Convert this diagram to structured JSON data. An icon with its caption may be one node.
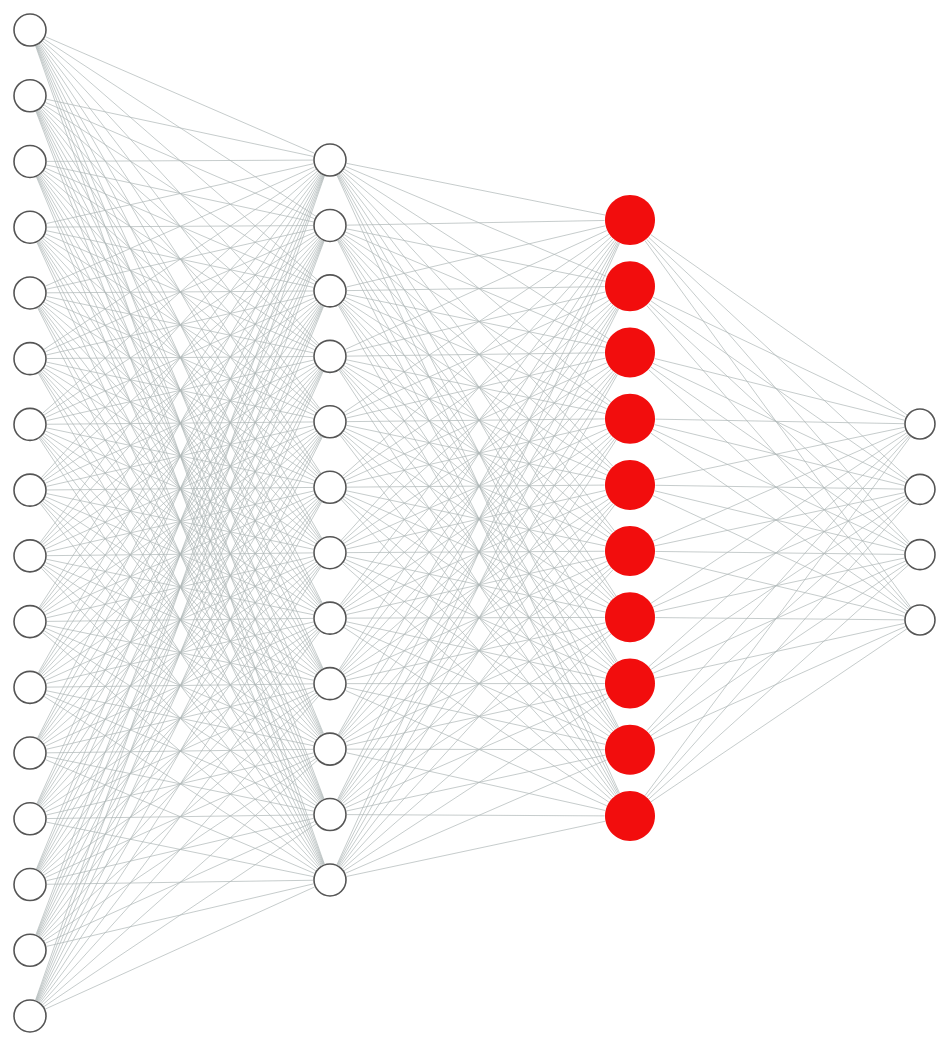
{
  "diagram": {
    "nodes": [
      {
        "text": [],
        "shape": "circle"
      },
      {
        "text": [],
        "shape": "circle"
      },
      {
        "text": [],
        "shape": "circle"
      },
      {
        "text": [],
        "shape": "circle"
      },
      {
        "text": [],
        "shape": "circle"
      },
      {
        "text": [],
        "shape": "circle"
      },
      {
        "text": [],
        "shape": "circle"
      },
      {
        "text": [],
        "shape": "circle"
      },
      {
        "text": [],
        "shape": "circle"
      },
      {
        "text": [],
        "shape": "circle"
      },
      {
        "text": [],
        "shape": "circle"
      },
      {
        "text": [],
        "shape": "circle"
      },
      {
        "text": [],
        "shape": "circle"
      },
      {
        "text": [],
        "shape": "circle"
      },
      {
        "text": [],
        "shape": "circle"
      },
      {
        "text": [],
        "shape": "circle"
      },
      {
        "text": [],
        "shape": "circle"
      },
      {
        "text": [],
        "shape": "circle"
      },
      {
        "text": [],
        "shape": "circle"
      },
      {
        "text": [],
        "shape": "circle"
      },
      {
        "text": [],
        "shape": "circle"
      },
      {
        "text": [],
        "shape": "circle"
      },
      {
        "text": [],
        "shape": "circle"
      },
      {
        "text": [],
        "shape": "circle"
      },
      {
        "text": [],
        "shape": "circle"
      },
      {
        "text": [],
        "shape": "circle"
      },
      {
        "text": [],
        "shape": "circle"
      },
      {
        "text": [],
        "shape": "circle"
      },
      {
        "text": [],
        "shape": "circle"
      },
      {
        "text": [],
        "shape": "circle"
      },
      {
        "text": [],
        "shape": "circle"
      },
      {
        "text": [],
        "shape": "circle"
      },
      {
        "text": [],
        "shape": "circle"
      },
      {
        "text": [],
        "shape": "circle"
      },
      {
        "text": [],
        "shape": "circle"
      },
      {
        "text": [],
        "shape": "circle"
      },
      {
        "text": [],
        "shape": "circle"
      },
      {
        "text": [],
        "shape": "circle"
      },
      {
        "text": [],
        "shape": "circle"
      },
      {
        "text": [],
        "shape": "circle"
      },
      {
        "text": [],
        "shape": "circle"
      },
      {
        "text": [],
        "shape": "circle"
      }
    ],
    "edges": [
      {
        "from": 0,
        "to": 16,
        "arrow": "none"
      },
      {
        "from": 0,
        "to": 17,
        "arrow": "none"
      },
      {
        "from": 0,
        "to": 18,
        "arrow": "none"
      },
      {
        "from": 0,
        "to": 19,
        "arrow": "none"
      },
      {
        "from": 0,
        "to": 20,
        "arrow": "none"
      },
      {
        "from": 0,
        "to": 21,
        "arrow": "none"
      },
      {
        "from": 0,
        "to": 22,
        "arrow": "none"
      },
      {
        "from": 0,
        "to": 23,
        "arrow": "none"
      },
      {
        "from": 0,
        "to": 24,
        "arrow": "none"
      },
      {
        "from": 0,
        "to": 25,
        "arrow": "none"
      },
      {
        "from": 0,
        "to": 26,
        "arrow": "none"
      },
      {
        "from": 0,
        "to": 27,
        "arrow": "none"
      },
      {
        "from": 1,
        "to": 16,
        "arrow": "none"
      },
      {
        "from": 1,
        "to": 17,
        "arrow": "none"
      },
      {
        "from": 1,
        "to": 18,
        "arrow": "none"
      },
      {
        "from": 1,
        "to": 19,
        "arrow": "none"
      },
      {
        "from": 1,
        "to": 20,
        "arrow": "none"
      },
      {
        "from": 1,
        "to": 21,
        "arrow": "none"
      },
      {
        "from": 1,
        "to": 22,
        "arrow": "none"
      },
      {
        "from": 1,
        "to": 23,
        "arrow": "none"
      },
      {
        "from": 1,
        "to": 24,
        "arrow": "none"
      },
      {
        "from": 1,
        "to": 25,
        "arrow": "none"
      },
      {
        "from": 1,
        "to": 26,
        "arrow": "none"
      },
      {
        "from": 1,
        "to": 27,
        "arrow": "none"
      },
      {
        "from": 2,
        "to": 16,
        "arrow": "none"
      },
      {
        "from": 2,
        "to": 17,
        "arrow": "none"
      },
      {
        "from": 2,
        "to": 18,
        "arrow": "none"
      },
      {
        "from": 2,
        "to": 19,
        "arrow": "none"
      },
      {
        "from": 2,
        "to": 20,
        "arrow": "none"
      },
      {
        "from": 2,
        "to": 21,
        "arrow": "none"
      },
      {
        "from": 2,
        "to": 22,
        "arrow": "none"
      },
      {
        "from": 2,
        "to": 23,
        "arrow": "none"
      },
      {
        "from": 2,
        "to": 24,
        "arrow": "none"
      },
      {
        "from": 2,
        "to": 25,
        "arrow": "none"
      },
      {
        "from": 2,
        "to": 26,
        "arrow": "none"
      },
      {
        "from": 2,
        "to": 27,
        "arrow": "none"
      },
      {
        "from": 3,
        "to": 16,
        "arrow": "none"
      },
      {
        "from": 3,
        "to": 17,
        "arrow": "none"
      },
      {
        "from": 3,
        "to": 18,
        "arrow": "none"
      },
      {
        "from": 3,
        "to": 19,
        "arrow": "none"
      },
      {
        "from": 3,
        "to": 20,
        "arrow": "none"
      },
      {
        "from": 3,
        "to": 21,
        "arrow": "none"
      },
      {
        "from": 3,
        "to": 22,
        "arrow": "none"
      },
      {
        "from": 3,
        "to": 23,
        "arrow": "none"
      },
      {
        "from": 3,
        "to": 24,
        "arrow": "none"
      },
      {
        "from": 3,
        "to": 25,
        "arrow": "none"
      },
      {
        "from": 3,
        "to": 26,
        "arrow": "none"
      },
      {
        "from": 3,
        "to": 27,
        "arrow": "none"
      },
      {
        "from": 4,
        "to": 16,
        "arrow": "none"
      },
      {
        "from": 4,
        "to": 17,
        "arrow": "none"
      },
      {
        "from": 4,
        "to": 18,
        "arrow": "none"
      },
      {
        "from": 4,
        "to": 19,
        "arrow": "none"
      },
      {
        "from": 4,
        "to": 20,
        "arrow": "none"
      },
      {
        "from": 4,
        "to": 21,
        "arrow": "none"
      },
      {
        "from": 4,
        "to": 22,
        "arrow": "none"
      },
      {
        "from": 4,
        "to": 23,
        "arrow": "none"
      },
      {
        "from": 4,
        "to": 24,
        "arrow": "none"
      },
      {
        "from": 4,
        "to": 25,
        "arrow": "none"
      },
      {
        "from": 4,
        "to": 26,
        "arrow": "none"
      },
      {
        "from": 4,
        "to": 27,
        "arrow": "none"
      },
      {
        "from": 5,
        "to": 16,
        "arrow": "none"
      },
      {
        "from": 5,
        "to": 17,
        "arrow": "none"
      },
      {
        "from": 5,
        "to": 18,
        "arrow": "none"
      },
      {
        "from": 5,
        "to": 19,
        "arrow": "none"
      },
      {
        "from": 5,
        "to": 20,
        "arrow": "none"
      },
      {
        "from": 5,
        "to": 21,
        "arrow": "none"
      },
      {
        "from": 5,
        "to": 22,
        "arrow": "none"
      },
      {
        "from": 5,
        "to": 23,
        "arrow": "none"
      },
      {
        "from": 5,
        "to": 24,
        "arrow": "none"
      },
      {
        "from": 5,
        "to": 25,
        "arrow": "none"
      },
      {
        "from": 5,
        "to": 26,
        "arrow": "none"
      },
      {
        "from": 5,
        "to": 27,
        "arrow": "none"
      },
      {
        "from": 6,
        "to": 16,
        "arrow": "none"
      },
      {
        "from": 6,
        "to": 17,
        "arrow": "none"
      },
      {
        "from": 6,
        "to": 18,
        "arrow": "none"
      },
      {
        "from": 6,
        "to": 19,
        "arrow": "none"
      },
      {
        "from": 6,
        "to": 20,
        "arrow": "none"
      },
      {
        "from": 6,
        "to": 21,
        "arrow": "none"
      },
      {
        "from": 6,
        "to": 22,
        "arrow": "none"
      },
      {
        "from": 6,
        "to": 23,
        "arrow": "none"
      },
      {
        "from": 6,
        "to": 24,
        "arrow": "none"
      },
      {
        "from": 6,
        "to": 25,
        "arrow": "none"
      },
      {
        "from": 6,
        "to": 26,
        "arrow": "none"
      },
      {
        "from": 6,
        "to": 27,
        "arrow": "none"
      },
      {
        "from": 7,
        "to": 16,
        "arrow": "none"
      },
      {
        "from": 7,
        "to": 17,
        "arrow": "none"
      },
      {
        "from": 7,
        "to": 18,
        "arrow": "none"
      },
      {
        "from": 7,
        "to": 19,
        "arrow": "none"
      },
      {
        "from": 7,
        "to": 20,
        "arrow": "none"
      },
      {
        "from": 7,
        "to": 21,
        "arrow": "none"
      },
      {
        "from": 7,
        "to": 22,
        "arrow": "none"
      },
      {
        "from": 7,
        "to": 23,
        "arrow": "none"
      },
      {
        "from": 7,
        "to": 24,
        "arrow": "none"
      },
      {
        "from": 7,
        "to": 25,
        "arrow": "none"
      },
      {
        "from": 7,
        "to": 26,
        "arrow": "none"
      },
      {
        "from": 7,
        "to": 27,
        "arrow": "none"
      },
      {
        "from": 8,
        "to": 16,
        "arrow": "none"
      },
      {
        "from": 8,
        "to": 17,
        "arrow": "none"
      },
      {
        "from": 8,
        "to": 18,
        "arrow": "none"
      },
      {
        "from": 8,
        "to": 19,
        "arrow": "none"
      },
      {
        "from": 8,
        "to": 20,
        "arrow": "none"
      },
      {
        "from": 8,
        "to": 21,
        "arrow": "none"
      },
      {
        "from": 8,
        "to": 22,
        "arrow": "none"
      },
      {
        "from": 8,
        "to": 23,
        "arrow": "none"
      },
      {
        "from": 8,
        "to": 24,
        "arrow": "none"
      },
      {
        "from": 8,
        "to": 25,
        "arrow": "none"
      },
      {
        "from": 8,
        "to": 26,
        "arrow": "none"
      },
      {
        "from": 8,
        "to": 27,
        "arrow": "none"
      },
      {
        "from": 9,
        "to": 16,
        "arrow": "none"
      },
      {
        "from": 9,
        "to": 17,
        "arrow": "none"
      },
      {
        "from": 9,
        "to": 18,
        "arrow": "none"
      },
      {
        "from": 9,
        "to": 19,
        "arrow": "none"
      },
      {
        "from": 9,
        "to": 20,
        "arrow": "none"
      },
      {
        "from": 9,
        "to": 21,
        "arrow": "none"
      },
      {
        "from": 9,
        "to": 22,
        "arrow": "none"
      },
      {
        "from": 9,
        "to": 23,
        "arrow": "none"
      },
      {
        "from": 9,
        "to": 24,
        "arrow": "none"
      },
      {
        "from": 9,
        "to": 25,
        "arrow": "none"
      },
      {
        "from": 9,
        "to": 26,
        "arrow": "none"
      },
      {
        "from": 9,
        "to": 27,
        "arrow": "none"
      },
      {
        "from": 10,
        "to": 16,
        "arrow": "none"
      },
      {
        "from": 10,
        "to": 17,
        "arrow": "none"
      },
      {
        "from": 10,
        "to": 18,
        "arrow": "none"
      },
      {
        "from": 10,
        "to": 19,
        "arrow": "none"
      },
      {
        "from": 10,
        "to": 20,
        "arrow": "none"
      },
      {
        "from": 10,
        "to": 21,
        "arrow": "none"
      },
      {
        "from": 10,
        "to": 22,
        "arrow": "none"
      },
      {
        "from": 10,
        "to": 23,
        "arrow": "none"
      },
      {
        "from": 10,
        "to": 24,
        "arrow": "none"
      },
      {
        "from": 10,
        "to": 25,
        "arrow": "none"
      },
      {
        "from": 10,
        "to": 26,
        "arrow": "none"
      },
      {
        "from": 10,
        "to": 27,
        "arrow": "none"
      },
      {
        "from": 11,
        "to": 16,
        "arrow": "none"
      },
      {
        "from": 11,
        "to": 17,
        "arrow": "none"
      },
      {
        "from": 11,
        "to": 18,
        "arrow": "none"
      },
      {
        "from": 11,
        "to": 19,
        "arrow": "none"
      },
      {
        "from": 11,
        "to": 20,
        "arrow": "none"
      },
      {
        "from": 11,
        "to": 21,
        "arrow": "none"
      },
      {
        "from": 11,
        "to": 22,
        "arrow": "none"
      },
      {
        "from": 11,
        "to": 23,
        "arrow": "none"
      },
      {
        "from": 11,
        "to": 24,
        "arrow": "none"
      },
      {
        "from": 11,
        "to": 25,
        "arrow": "none"
      },
      {
        "from": 11,
        "to": 26,
        "arrow": "none"
      },
      {
        "from": 11,
        "to": 27,
        "arrow": "none"
      },
      {
        "from": 12,
        "to": 16,
        "arrow": "none"
      },
      {
        "from": 12,
        "to": 17,
        "arrow": "none"
      },
      {
        "from": 12,
        "to": 18,
        "arrow": "none"
      },
      {
        "from": 12,
        "to": 19,
        "arrow": "none"
      },
      {
        "from": 12,
        "to": 20,
        "arrow": "none"
      },
      {
        "from": 12,
        "to": 21,
        "arrow": "none"
      },
      {
        "from": 12,
        "to": 22,
        "arrow": "none"
      },
      {
        "from": 12,
        "to": 23,
        "arrow": "none"
      },
      {
        "from": 12,
        "to": 24,
        "arrow": "none"
      },
      {
        "from": 12,
        "to": 25,
        "arrow": "none"
      },
      {
        "from": 12,
        "to": 26,
        "arrow": "none"
      },
      {
        "from": 12,
        "to": 27,
        "arrow": "none"
      },
      {
        "from": 13,
        "to": 16,
        "arrow": "none"
      },
      {
        "from": 13,
        "to": 17,
        "arrow": "none"
      },
      {
        "from": 13,
        "to": 18,
        "arrow": "none"
      },
      {
        "from": 13,
        "to": 19,
        "arrow": "none"
      },
      {
        "from": 13,
        "to": 20,
        "arrow": "none"
      },
      {
        "from": 13,
        "to": 21,
        "arrow": "none"
      },
      {
        "from": 13,
        "to": 22,
        "arrow": "none"
      },
      {
        "from": 13,
        "to": 23,
        "arrow": "none"
      },
      {
        "from": 13,
        "to": 24,
        "arrow": "none"
      },
      {
        "from": 13,
        "to": 25,
        "arrow": "none"
      },
      {
        "from": 13,
        "to": 26,
        "arrow": "none"
      },
      {
        "from": 13,
        "to": 27,
        "arrow": "none"
      },
      {
        "from": 14,
        "to": 16,
        "arrow": "none"
      },
      {
        "from": 14,
        "to": 17,
        "arrow": "none"
      },
      {
        "from": 14,
        "to": 18,
        "arrow": "none"
      },
      {
        "from": 14,
        "to": 19,
        "arrow": "none"
      },
      {
        "from": 14,
        "to": 20,
        "arrow": "none"
      },
      {
        "from": 14,
        "to": 21,
        "arrow": "none"
      },
      {
        "from": 14,
        "to": 22,
        "arrow": "none"
      },
      {
        "from": 14,
        "to": 23,
        "arrow": "none"
      },
      {
        "from": 14,
        "to": 24,
        "arrow": "none"
      },
      {
        "from": 14,
        "to": 25,
        "arrow": "none"
      },
      {
        "from": 14,
        "to": 26,
        "arrow": "none"
      },
      {
        "from": 14,
        "to": 27,
        "arrow": "none"
      },
      {
        "from": 15,
        "to": 16,
        "arrow": "none"
      },
      {
        "from": 15,
        "to": 17,
        "arrow": "none"
      },
      {
        "from": 15,
        "to": 18,
        "arrow": "none"
      },
      {
        "from": 15,
        "to": 19,
        "arrow": "none"
      },
      {
        "from": 15,
        "to": 20,
        "arrow": "none"
      },
      {
        "from": 15,
        "to": 21,
        "arrow": "none"
      },
      {
        "from": 15,
        "to": 22,
        "arrow": "none"
      },
      {
        "from": 15,
        "to": 23,
        "arrow": "none"
      },
      {
        "from": 15,
        "to": 24,
        "arrow": "none"
      },
      {
        "from": 15,
        "to": 25,
        "arrow": "none"
      },
      {
        "from": 15,
        "to": 26,
        "arrow": "none"
      },
      {
        "from": 15,
        "to": 27,
        "arrow": "none"
      },
      {
        "from": 16,
        "to": 28,
        "arrow": "none"
      },
      {
        "from": 16,
        "to": 29,
        "arrow": "none"
      },
      {
        "from": 16,
        "to": 30,
        "arrow": "none"
      },
      {
        "from": 16,
        "to": 31,
        "arrow": "none"
      },
      {
        "from": 16,
        "to": 32,
        "arrow": "none"
      },
      {
        "from": 16,
        "to": 33,
        "arrow": "none"
      },
      {
        "from": 16,
        "to": 34,
        "arrow": "none"
      },
      {
        "from": 16,
        "to": 35,
        "arrow": "none"
      },
      {
        "from": 16,
        "to": 36,
        "arrow": "none"
      },
      {
        "from": 16,
        "to": 37,
        "arrow": "none"
      },
      {
        "from": 17,
        "to": 28,
        "arrow": "none"
      },
      {
        "from": 17,
        "to": 29,
        "arrow": "none"
      },
      {
        "from": 17,
        "to": 30,
        "arrow": "none"
      },
      {
        "from": 17,
        "to": 31,
        "arrow": "none"
      },
      {
        "from": 17,
        "to": 32,
        "arrow": "none"
      },
      {
        "from": 17,
        "to": 33,
        "arrow": "none"
      },
      {
        "from": 17,
        "to": 34,
        "arrow": "none"
      },
      {
        "from": 17,
        "to": 35,
        "arrow": "none"
      },
      {
        "from": 17,
        "to": 36,
        "arrow": "none"
      },
      {
        "from": 17,
        "to": 37,
        "arrow": "none"
      },
      {
        "from": 18,
        "to": 28,
        "arrow": "none"
      },
      {
        "from": 18,
        "to": 29,
        "arrow": "none"
      },
      {
        "from": 18,
        "to": 30,
        "arrow": "none"
      },
      {
        "from": 18,
        "to": 31,
        "arrow": "none"
      },
      {
        "from": 18,
        "to": 32,
        "arrow": "none"
      },
      {
        "from": 18,
        "to": 33,
        "arrow": "none"
      },
      {
        "from": 18,
        "to": 34,
        "arrow": "none"
      },
      {
        "from": 18,
        "to": 35,
        "arrow": "none"
      },
      {
        "from": 18,
        "to": 36,
        "arrow": "none"
      },
      {
        "from": 18,
        "to": 37,
        "arrow": "none"
      },
      {
        "from": 19,
        "to": 28,
        "arrow": "none"
      },
      {
        "from": 19,
        "to": 29,
        "arrow": "none"
      },
      {
        "from": 19,
        "to": 30,
        "arrow": "none"
      },
      {
        "from": 19,
        "to": 31,
        "arrow": "none"
      },
      {
        "from": 19,
        "to": 32,
        "arrow": "none"
      },
      {
        "from": 19,
        "to": 33,
        "arrow": "none"
      },
      {
        "from": 19,
        "to": 34,
        "arrow": "none"
      },
      {
        "from": 19,
        "to": 35,
        "arrow": "none"
      },
      {
        "from": 19,
        "to": 36,
        "arrow": "none"
      },
      {
        "from": 19,
        "to": 37,
        "arrow": "none"
      },
      {
        "from": 20,
        "to": 28,
        "arrow": "none"
      },
      {
        "from": 20,
        "to": 29,
        "arrow": "none"
      },
      {
        "from": 20,
        "to": 30,
        "arrow": "none"
      },
      {
        "from": 20,
        "to": 31,
        "arrow": "none"
      },
      {
        "from": 20,
        "to": 32,
        "arrow": "none"
      },
      {
        "from": 20,
        "to": 33,
        "arrow": "none"
      },
      {
        "from": 20,
        "to": 34,
        "arrow": "none"
      },
      {
        "from": 20,
        "to": 35,
        "arrow": "none"
      },
      {
        "from": 20,
        "to": 36,
        "arrow": "none"
      },
      {
        "from": 20,
        "to": 37,
        "arrow": "none"
      },
      {
        "from": 21,
        "to": 28,
        "arrow": "none"
      },
      {
        "from": 21,
        "to": 29,
        "arrow": "none"
      },
      {
        "from": 21,
        "to": 30,
        "arrow": "none"
      },
      {
        "from": 21,
        "to": 31,
        "arrow": "none"
      },
      {
        "from": 21,
        "to": 32,
        "arrow": "none"
      },
      {
        "from": 21,
        "to": 33,
        "arrow": "none"
      },
      {
        "from": 21,
        "to": 34,
        "arrow": "none"
      },
      {
        "from": 21,
        "to": 35,
        "arrow": "none"
      },
      {
        "from": 21,
        "to": 36,
        "arrow": "none"
      },
      {
        "from": 21,
        "to": 37,
        "arrow": "none"
      },
      {
        "from": 22,
        "to": 28,
        "arrow": "none"
      },
      {
        "from": 22,
        "to": 29,
        "arrow": "none"
      },
      {
        "from": 22,
        "to": 30,
        "arrow": "none"
      },
      {
        "from": 22,
        "to": 31,
        "arrow": "none"
      },
      {
        "from": 22,
        "to": 32,
        "arrow": "none"
      },
      {
        "from": 22,
        "to": 33,
        "arrow": "none"
      },
      {
        "from": 22,
        "to": 34,
        "arrow": "none"
      },
      {
        "from": 22,
        "to": 35,
        "arrow": "none"
      },
      {
        "from": 22,
        "to": 36,
        "arrow": "none"
      },
      {
        "from": 22,
        "to": 37,
        "arrow": "none"
      },
      {
        "from": 23,
        "to": 28,
        "arrow": "none"
      },
      {
        "from": 23,
        "to": 29,
        "arrow": "none"
      },
      {
        "from": 23,
        "to": 30,
        "arrow": "none"
      },
      {
        "from": 23,
        "to": 31,
        "arrow": "none"
      },
      {
        "from": 23,
        "to": 32,
        "arrow": "none"
      },
      {
        "from": 23,
        "to": 33,
        "arrow": "none"
      },
      {
        "from": 23,
        "to": 34,
        "arrow": "none"
      },
      {
        "from": 23,
        "to": 35,
        "arrow": "none"
      },
      {
        "from": 23,
        "to": 36,
        "arrow": "none"
      },
      {
        "from": 23,
        "to": 37,
        "arrow": "none"
      },
      {
        "from": 24,
        "to": 28,
        "arrow": "none"
      },
      {
        "from": 24,
        "to": 29,
        "arrow": "none"
      },
      {
        "from": 24,
        "to": 30,
        "arrow": "none"
      },
      {
        "from": 24,
        "to": 31,
        "arrow": "none"
      },
      {
        "from": 24,
        "to": 32,
        "arrow": "none"
      },
      {
        "from": 24,
        "to": 33,
        "arrow": "none"
      },
      {
        "from": 24,
        "to": 34,
        "arrow": "none"
      },
      {
        "from": 24,
        "to": 35,
        "arrow": "none"
      },
      {
        "from": 24,
        "to": 36,
        "arrow": "none"
      },
      {
        "from": 24,
        "to": 37,
        "arrow": "none"
      },
      {
        "from": 25,
        "to": 28,
        "arrow": "none"
      },
      {
        "from": 25,
        "to": 29,
        "arrow": "none"
      },
      {
        "from": 25,
        "to": 30,
        "arrow": "none"
      },
      {
        "from": 25,
        "to": 31,
        "arrow": "none"
      },
      {
        "from": 25,
        "to": 32,
        "arrow": "none"
      },
      {
        "from": 25,
        "to": 33,
        "arrow": "none"
      },
      {
        "from": 25,
        "to": 34,
        "arrow": "none"
      },
      {
        "from": 25,
        "to": 35,
        "arrow": "none"
      },
      {
        "from": 25,
        "to": 36,
        "arrow": "none"
      },
      {
        "from": 25,
        "to": 37,
        "arrow": "none"
      },
      {
        "from": 26,
        "to": 28,
        "arrow": "none"
      },
      {
        "from": 26,
        "to": 29,
        "arrow": "none"
      },
      {
        "from": 26,
        "to": 30,
        "arrow": "none"
      },
      {
        "from": 26,
        "to": 31,
        "arrow": "none"
      },
      {
        "from": 26,
        "to": 32,
        "arrow": "none"
      },
      {
        "from": 26,
        "to": 33,
        "arrow": "none"
      },
      {
        "from": 26,
        "to": 34,
        "arrow": "none"
      },
      {
        "from": 26,
        "to": 35,
        "arrow": "none"
      },
      {
        "from": 26,
        "to": 36,
        "arrow": "none"
      },
      {
        "from": 26,
        "to": 37,
        "arrow": "none"
      },
      {
        "from": 27,
        "to": 28,
        "arrow": "none"
      },
      {
        "from": 27,
        "to": 29,
        "arrow": "none"
      },
      {
        "from": 27,
        "to": 30,
        "arrow": "none"
      },
      {
        "from": 27,
        "to": 31,
        "arrow": "none"
      },
      {
        "from": 27,
        "to": 32,
        "arrow": "none"
      },
      {
        "from": 27,
        "to": 33,
        "arrow": "none"
      },
      {
        "from": 27,
        "to": 34,
        "arrow": "none"
      },
      {
        "from": 27,
        "to": 35,
        "arrow": "none"
      },
      {
        "from": 27,
        "to": 36,
        "arrow": "none"
      },
      {
        "from": 27,
        "to": 37,
        "arrow": "none"
      },
      {
        "from": 28,
        "to": 38,
        "arrow": "none"
      },
      {
        "from": 28,
        "to": 39,
        "arrow": "none"
      },
      {
        "from": 28,
        "to": 40,
        "arrow": "none"
      },
      {
        "from": 28,
        "to": 41,
        "arrow": "none"
      },
      {
        "from": 29,
        "to": 38,
        "arrow": "none"
      },
      {
        "from": 29,
        "to": 39,
        "arrow": "none"
      },
      {
        "from": 29,
        "to": 40,
        "arrow": "none"
      },
      {
        "from": 29,
        "to": 41,
        "arrow": "none"
      },
      {
        "from": 30,
        "to": 38,
        "arrow": "none"
      },
      {
        "from": 30,
        "to": 39,
        "arrow": "none"
      },
      {
        "from": 30,
        "to": 40,
        "arrow": "none"
      },
      {
        "from": 30,
        "to": 41,
        "arrow": "none"
      },
      {
        "from": 31,
        "to": 38,
        "arrow": "none"
      },
      {
        "from": 31,
        "to": 39,
        "arrow": "none"
      },
      {
        "from": 31,
        "to": 40,
        "arrow": "none"
      },
      {
        "from": 31,
        "to": 41,
        "arrow": "none"
      },
      {
        "from": 32,
        "to": 38,
        "arrow": "none"
      },
      {
        "from": 32,
        "to": 39,
        "arrow": "none"
      },
      {
        "from": 32,
        "to": 40,
        "arrow": "none"
      },
      {
        "from": 32,
        "to": 41,
        "arrow": "none"
      },
      {
        "from": 33,
        "to": 38,
        "arrow": "none"
      },
      {
        "from": 33,
        "to": 39,
        "arrow": "none"
      },
      {
        "from": 33,
        "to": 40,
        "arrow": "none"
      },
      {
        "from": 33,
        "to": 41,
        "arrow": "none"
      },
      {
        "from": 34,
        "to": 38,
        "arrow": "none"
      },
      {
        "from": 34,
        "to": 39,
        "arrow": "none"
      },
      {
        "from": 34,
        "to": 40,
        "arrow": "none"
      },
      {
        "from": 34,
        "to": 41,
        "arrow": "none"
      },
      {
        "from": 35,
        "to": 38,
        "arrow": "none"
      },
      {
        "from": 35,
        "to": 39,
        "arrow": "none"
      },
      {
        "from": 35,
        "to": 40,
        "arrow": "none"
      },
      {
        "from": 35,
        "to": 41,
        "arrow": "none"
      },
      {
        "from": 36,
        "to": 38,
        "arrow": "none"
      },
      {
        "from": 36,
        "to": 39,
        "arrow": "none"
      },
      {
        "from": 36,
        "to": 40,
        "arrow": "none"
      },
      {
        "from": 36,
        "to": 41,
        "arrow": "none"
      },
      {
        "from": 37,
        "to": 38,
        "arrow": "none"
      },
      {
        "from": 37,
        "to": 39,
        "arrow": "none"
      },
      {
        "from": 37,
        "to": 40,
        "arrow": "none"
      },
      {
        "from": 37,
        "to": 41,
        "arrow": "none"
      }
    ]
  }
}
